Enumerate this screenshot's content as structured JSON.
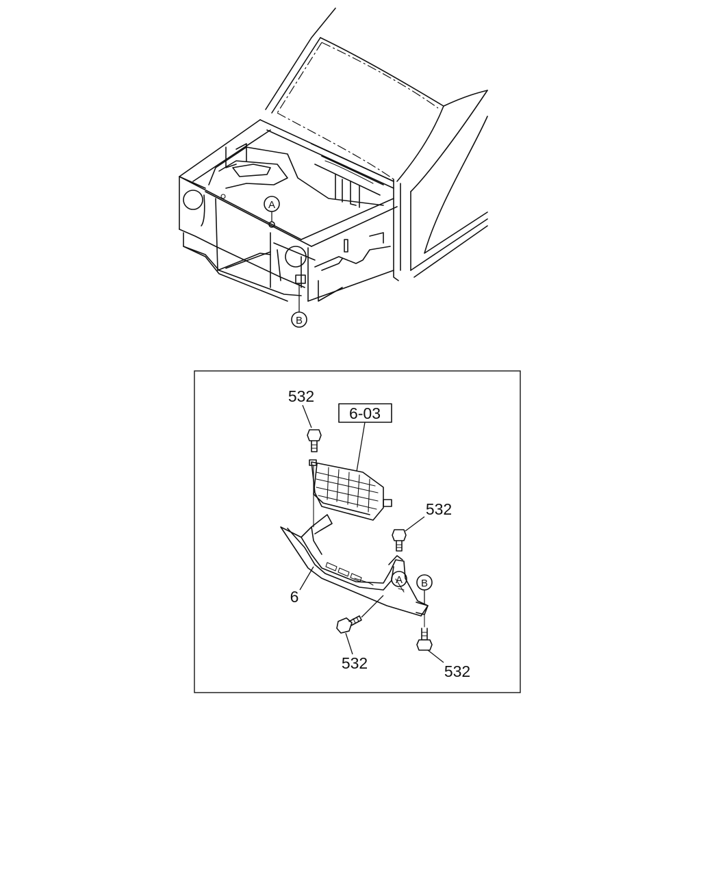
{
  "callouts": {
    "a": "A",
    "b": "B"
  },
  "detail": {
    "ref_box_label": "6-03",
    "part_grille_base": "6",
    "bolt_label": "532"
  }
}
